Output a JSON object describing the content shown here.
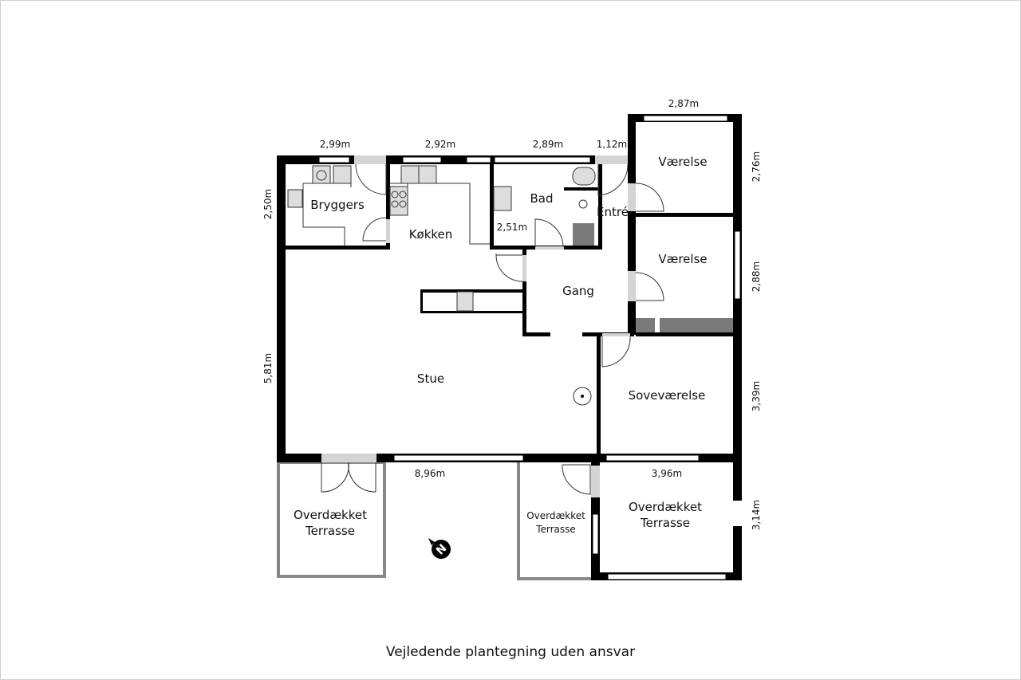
{
  "rooms": {
    "bryggers": "Bryggers",
    "kokken": "Køkken",
    "bad": "Bad",
    "entre": "Entré",
    "vaerelse1": "Værelse",
    "vaerelse2": "Værelse",
    "gang": "Gang",
    "stue": "Stue",
    "sovevaerelse": "Soveværelse",
    "terrasse_left": [
      "Overdækket",
      "Terrasse"
    ],
    "terrasse_mid": [
      "Overdækket",
      "Terrasse"
    ],
    "terrasse_right": [
      "Overdækket",
      "Terrasse"
    ]
  },
  "dimensions": {
    "bryggers_width": "2,99m",
    "kokken_width": "2,92m",
    "bad_width": "2,89m",
    "entre_width": "1,12m",
    "vaerelse_width": "2,87m",
    "vaerelse1_depth": "2,76m",
    "vaerelse2_depth": "2,88m",
    "sovevaerelse_depth": "3,39m",
    "terrasse_depth": "3,14m",
    "bryggers_depth": "2,50m",
    "stue_depth": "5,81m",
    "bad_depth": "2,51m",
    "total_width": "8,96m",
    "terrasse_width": "3,96m"
  },
  "compass": "N",
  "caption": "Vejledende plantegning uden ansvar"
}
